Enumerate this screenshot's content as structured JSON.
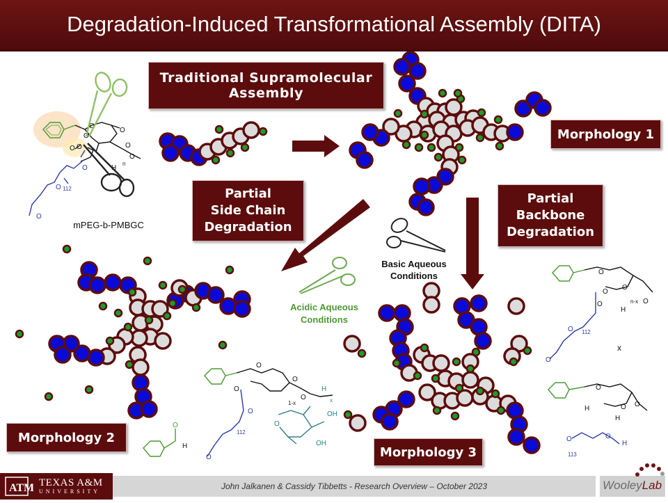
{
  "title": "Degradation-Induced Transformational Assembly (DITA)",
  "boxes": {
    "traditional": "Traditional Supramolecular\nAssembly",
    "morphology1": "Morphology 1",
    "side_chain": "Partial\nSide Chain\nDegradation",
    "backbone": "Partial\nBackbone\nDegradation",
    "morphology2": "Morphology 2",
    "morphology3": "Morphology 3"
  },
  "labels": {
    "polymer": "mPEG-b-PMBGC",
    "basic": "Basic Aqueous\nConditions",
    "acidic": "Acidic Aqueous\nConditions",
    "x_mark": "x"
  },
  "chem_labels": {
    "n": "n",
    "n_minus_x": "n-x",
    "one_minus_x": "1-x",
    "x": "x",
    "peg_112": "112",
    "peg_113": "113",
    "O": "O",
    "H": "H",
    "OH": "OH"
  },
  "footer": {
    "citation": "John Jalkanen & Cassidy Tibbetts - Research Overview  – October 2023",
    "university": "TEXAS A&M",
    "university_sub": "UNIVERSITY",
    "lab_a": "Wooley",
    "lab_b": "Lab"
  },
  "colors": {
    "maroon": "#5c0c0c",
    "bead_blue": "#0a0ad8",
    "bead_gray": "#dcdcdc",
    "bead_green": "#1f9a2a",
    "chem_green": "#4a9a32",
    "chem_blue": "#2a3aa8",
    "chem_teal": "#2e7f86"
  },
  "icons": [
    "forceps-icon",
    "arrow-right-icon",
    "arrow-down-icon",
    "arrow-diagonal-icon"
  ]
}
